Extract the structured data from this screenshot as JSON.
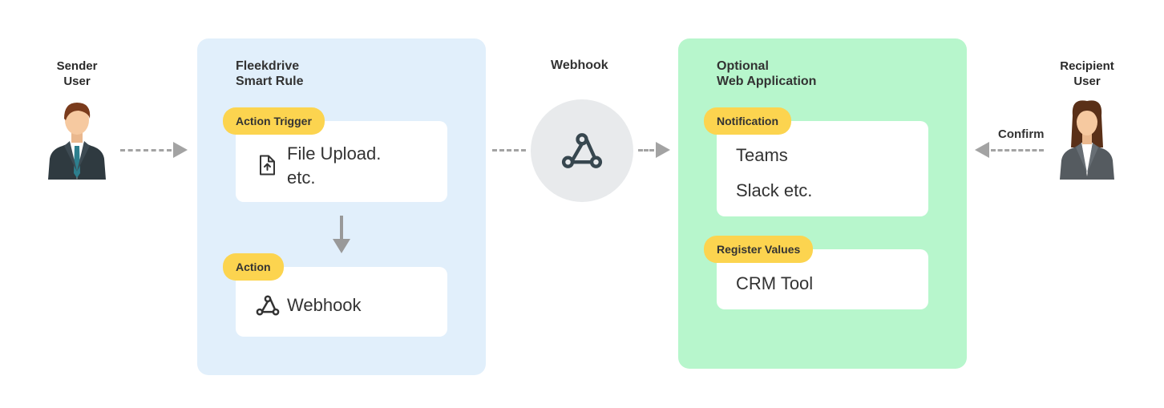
{
  "sender": {
    "line1": "Sender",
    "line2": "User"
  },
  "recipient": {
    "line1": "Recipient",
    "line2": "User",
    "confirm_label": "Confirm"
  },
  "left_panel": {
    "title_line1": "Fleekdrive",
    "title_line2": "Smart Rule",
    "trigger_badge": "Action Trigger",
    "trigger_text_line1": "File Upload.",
    "trigger_text_line2": "etc.",
    "trigger_icon": "file-upload-icon",
    "action_badge": "Action",
    "action_text": "Webhook",
    "action_icon": "webhook-icon"
  },
  "hub": {
    "title": "Webhook",
    "icon": "webhook-icon"
  },
  "right_panel": {
    "title_line1": "Optional",
    "title_line2": "Web Application",
    "notification_badge": "Notification",
    "notification_items": [
      "Teams",
      "Slack etc."
    ],
    "register_badge": "Register Values",
    "register_text": "CRM Tool"
  },
  "colors": {
    "left_panel_bg": "#e1effb",
    "right_panel_bg": "#b7f6cc",
    "badge": "#fcd44f",
    "arrow": "#a3a3a3",
    "hub_circle": "#e8eaec"
  }
}
